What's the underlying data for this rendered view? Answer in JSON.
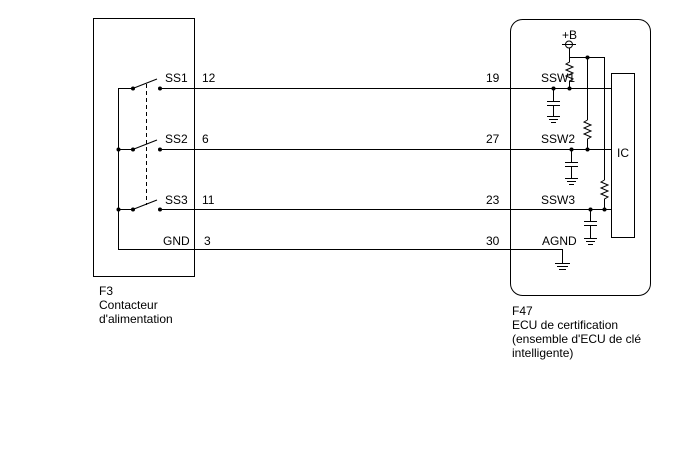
{
  "left_connector": {
    "code": "F3",
    "name_lines": [
      "Contacteur",
      "d'alimentation"
    ]
  },
  "right_connector": {
    "code": "F47",
    "name_lines": [
      "ECU de certification",
      "(ensemble d'ECU de clé",
      "intelligente)"
    ]
  },
  "supply_label": "+B",
  "ic_label": "IC",
  "wires": [
    {
      "left_signal": "SS1",
      "left_pin": "12",
      "right_pin": "19",
      "right_signal": "SSW1"
    },
    {
      "left_signal": "SS2",
      "left_pin": "6",
      "right_pin": "27",
      "right_signal": "SSW2"
    },
    {
      "left_signal": "SS3",
      "left_pin": "11",
      "right_pin": "23",
      "right_signal": "SSW3"
    },
    {
      "left_signal": "GND",
      "left_pin": "3",
      "right_pin": "30",
      "right_signal": "AGND"
    }
  ]
}
